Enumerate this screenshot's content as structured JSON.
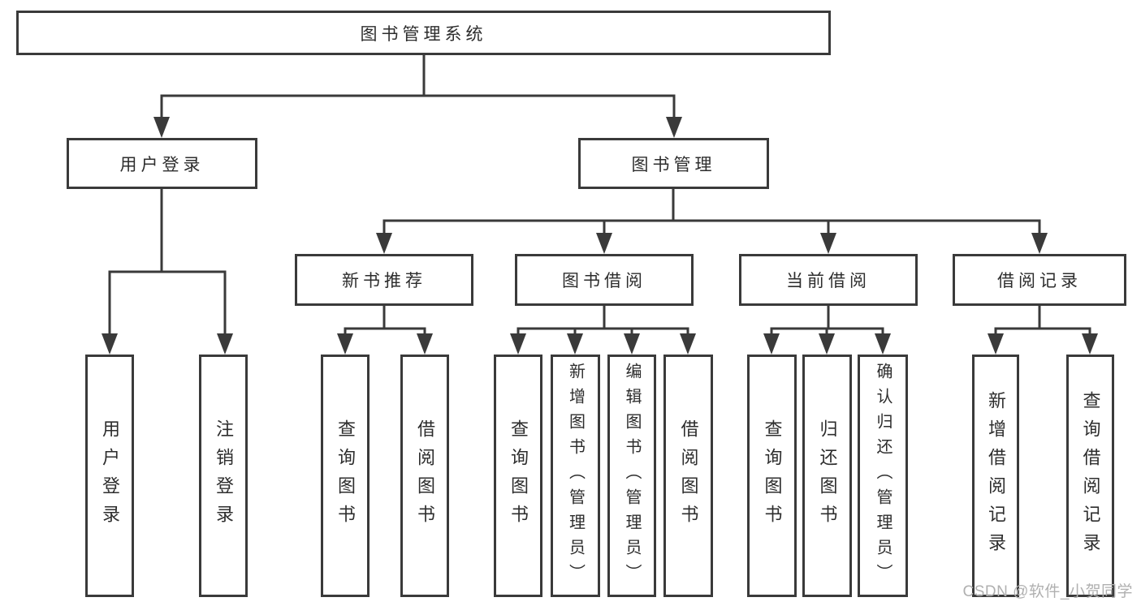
{
  "nodes": {
    "root": "图书管理系统",
    "user_login": "用户登录",
    "book_management": "图书管理",
    "new_book_recommend": "新书推荐",
    "book_borrow": "图书借阅",
    "current_borrow": "当前借阅",
    "borrow_records": "借阅记录",
    "leaf_user_login": "用户登录",
    "leaf_logout_login": "注销登录",
    "rec_query_book": "查询图书",
    "rec_borrow_book": "借阅图书",
    "bb_query_book": "查询图书",
    "bb_add_book_admin": "新增图书（管理员）",
    "bb_edit_book_admin": "编辑图书（管理员）",
    "bb_borrow_book": "借阅图书",
    "cb_query_book": "查询图书",
    "cb_return_book": "归还图书",
    "cb_confirm_return_admin": "确认归还（管理员）",
    "br_add_record": "新增借阅记录",
    "br_query_record": "查询借阅记录"
  },
  "watermark": "CSDN @软件_小贺同学",
  "colors": {
    "line": "#3a3a3a",
    "text": "#2d2d2d",
    "background": "#ffffff",
    "watermark": "#b0b0b0"
  }
}
